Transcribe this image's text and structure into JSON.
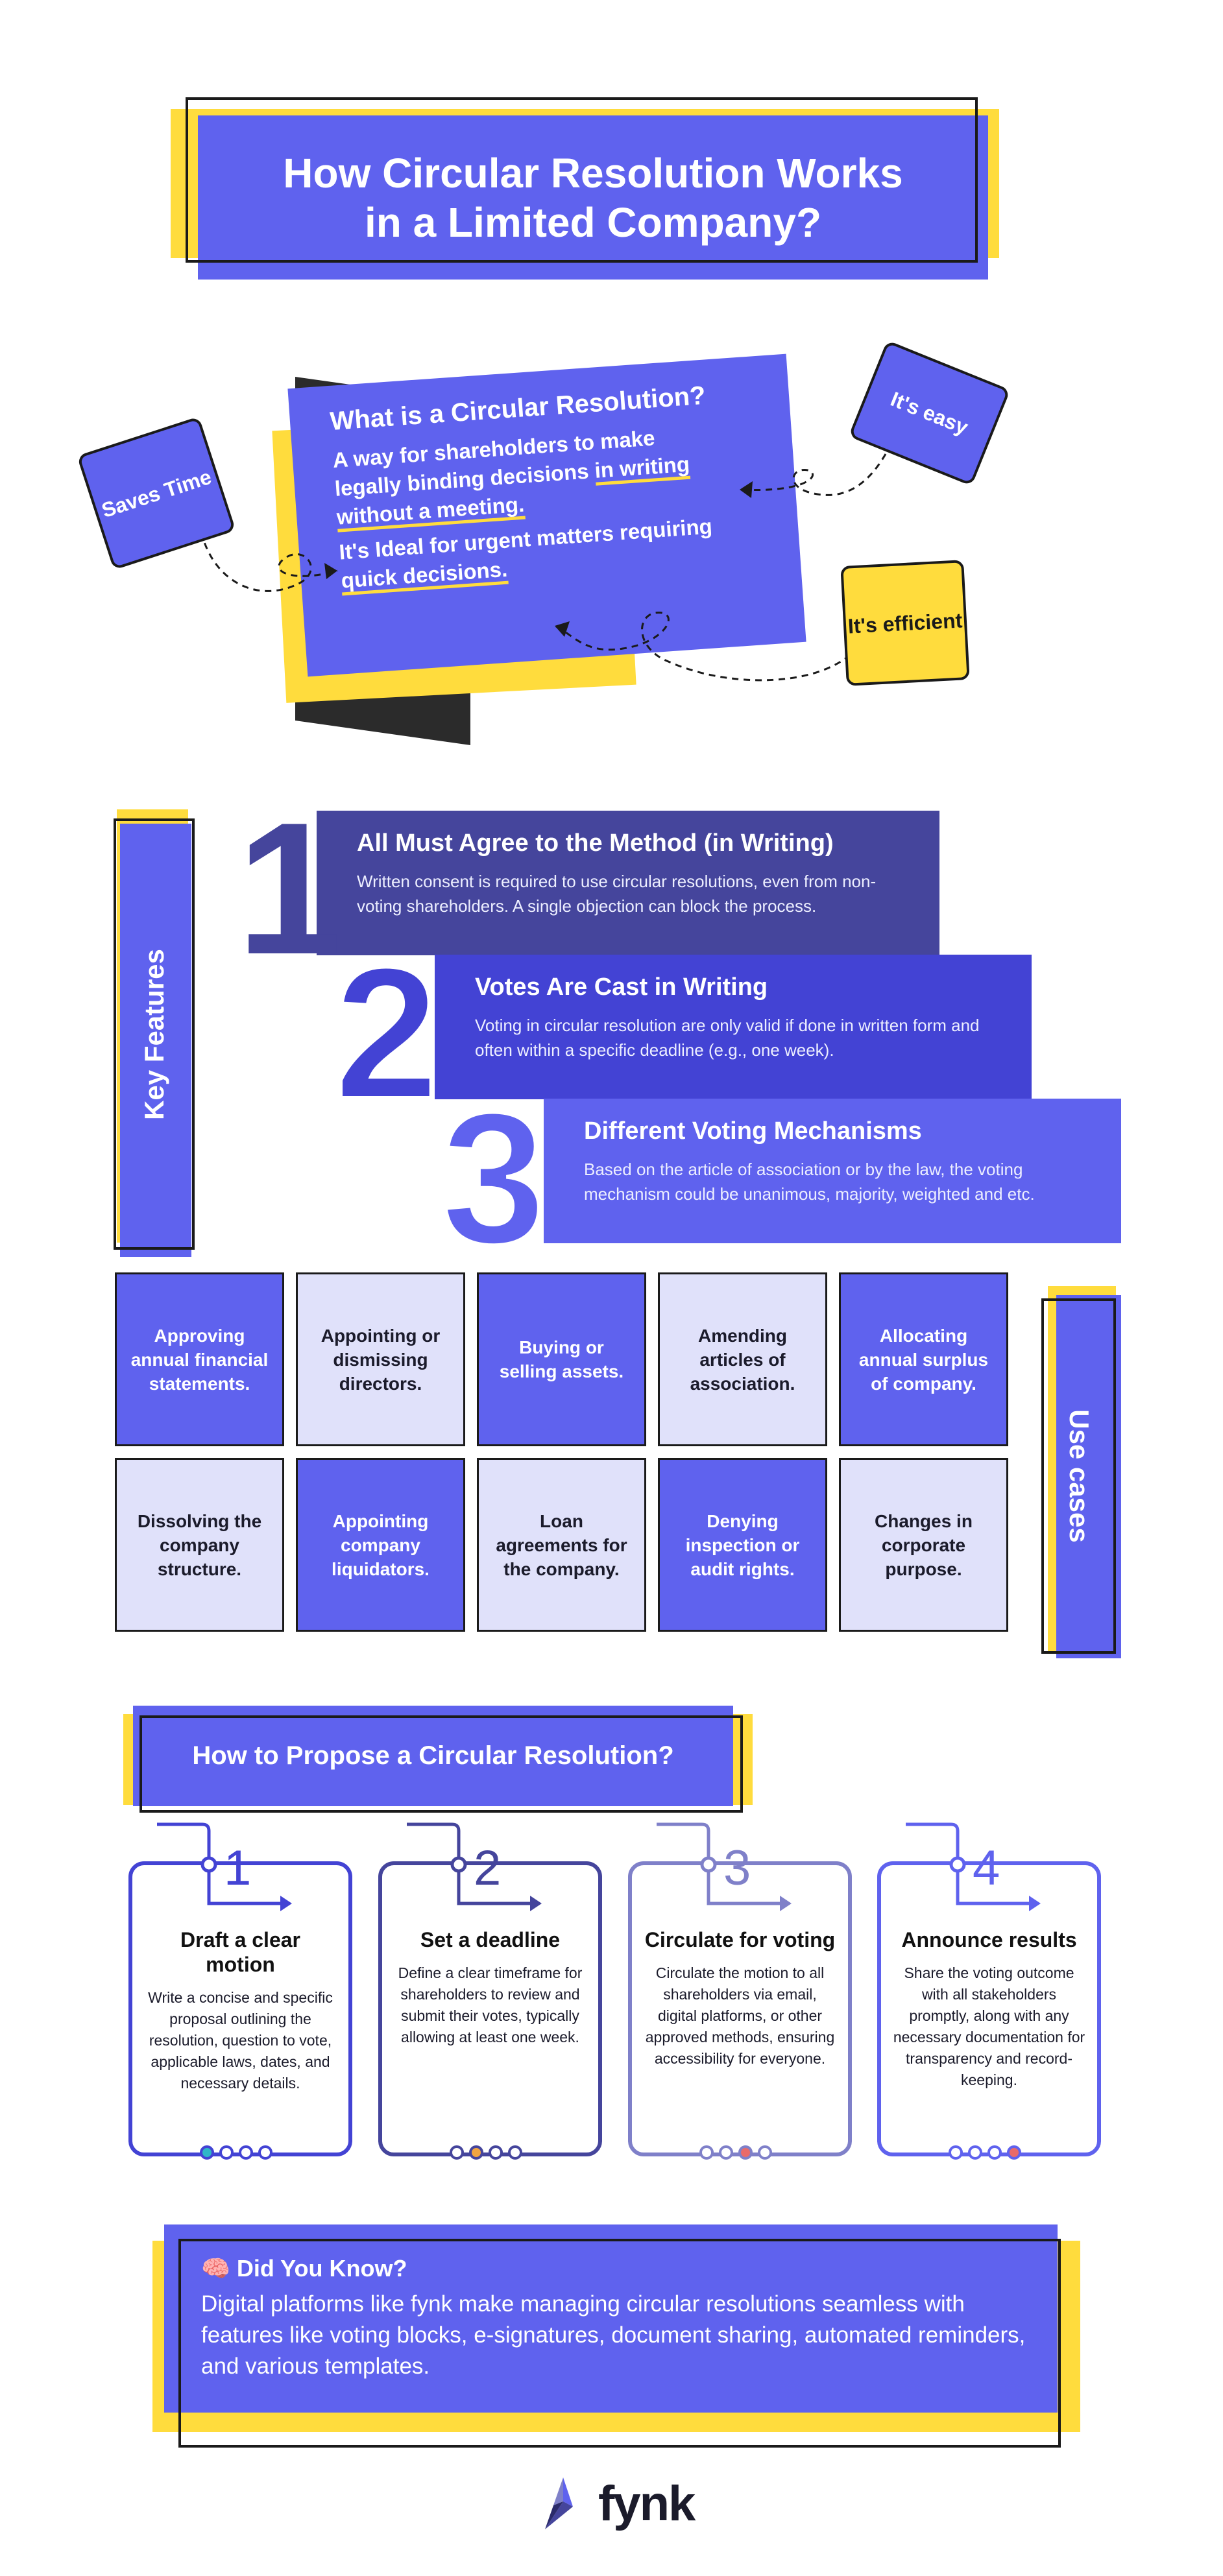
{
  "title": {
    "line1": "How Circular Resolution Works",
    "line2": "in a Limited Company?"
  },
  "what_is": {
    "heading": "What is a Circular Resolution?",
    "p1_a": "A way for shareholders to make",
    "p1_b": "legally binding decisions ",
    "p1_c": "in writing",
    "p1_d": "without a meeting.",
    "p2_a": "It's Ideal for urgent matters requiring",
    "p2_b": "quick decisions."
  },
  "bubbles": {
    "saves_time": "Saves Time",
    "its_easy": "It's easy",
    "its_efficient": "It's efficient"
  },
  "key_features": {
    "label": "Key Features",
    "items": [
      {
        "num": "1",
        "title": "All Must Agree to the Method (in Writing)",
        "desc": "Written consent is required to use circular resolutions, even from non-voting shareholders. A single objection can block the process."
      },
      {
        "num": "2",
        "title": "Votes Are Cast in Writing",
        "desc": "Voting in circular resolution are only valid if done in written form and  often within a specific deadline (e.g., one week)."
      },
      {
        "num": "3",
        "title": "Different Voting Mechanisms",
        "desc": "Based on the article of association or by the law, the voting mechanism could be unanimous, majority, weighted and etc."
      }
    ]
  },
  "use_cases": {
    "label": "Use cases",
    "items": [
      "Approving annual financial statements.",
      "Appointing or dismissing directors.",
      "Buying or selling assets.",
      "Amending articles of association.",
      "Allocating annual surplus of company.",
      "Dissolving the company structure.",
      "Appointing company liquidators.",
      "Loan agreements for the company.",
      "Denying inspection or audit rights.",
      "Changes in corporate purpose."
    ]
  },
  "propose": {
    "heading": "How to Propose a Circular Resolution?",
    "steps": [
      {
        "num": "1",
        "title": "Draft a clear motion",
        "desc": "Write a concise and specific proposal outlining the resolution, question to vote, applicable laws, dates, and necessary details."
      },
      {
        "num": "2",
        "title": "Set a deadline",
        "desc": "Define a clear timeframe for shareholders to review and submit their votes, typically allowing at least one week."
      },
      {
        "num": "3",
        "title": "Circulate for voting",
        "desc": "Circulate the motion to all shareholders via email, digital platforms, or other approved methods, ensuring accessibility for everyone."
      },
      {
        "num": "4",
        "title": "Announce results",
        "desc": "Share the voting outcome with all stakeholders promptly, along with any necessary documentation for transparency and record-keeping."
      }
    ]
  },
  "did_you_know": {
    "heading": "🧠 Did You Know?",
    "body": "Digital platforms like fynk make managing circular resolutions seamless with features like voting blocks, e-signatures, document sharing, automated reminders, and various templates."
  },
  "logo": {
    "text": "fynk",
    "icon": "fynk-logo-icon"
  },
  "colors": {
    "primary": "#5f62ee",
    "accent": "#ffdc3d",
    "dark": "#45459c",
    "light": "#e0e1fa"
  }
}
